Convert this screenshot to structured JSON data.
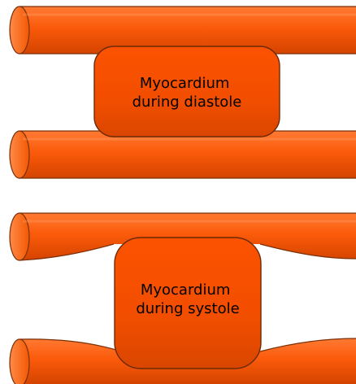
{
  "panels": [
    {
      "label_line1": "Myocardium",
      "label_line2": "during diastole"
    },
    {
      "label_line1": "Myocardium",
      "label_line2": "during systole"
    }
  ],
  "colors": {
    "fill": "#fb5000",
    "outline": "#6b2a08",
    "highlight": "#ff9a5c"
  }
}
